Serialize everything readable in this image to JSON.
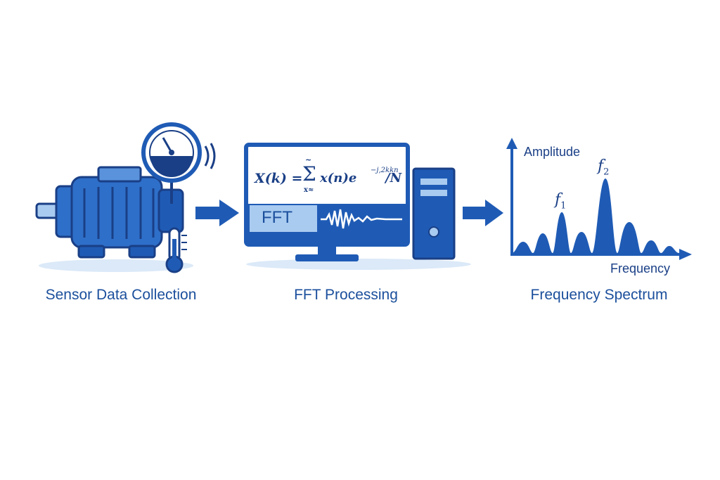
{
  "stages": [
    {
      "label": "Sensor Data Collection"
    },
    {
      "label": "FFT Processing"
    },
    {
      "label": "Frequency Spectrum"
    }
  ],
  "formula": {
    "lhs": "X(k) =",
    "sum_top": "~",
    "sum_bottom": "x≈",
    "rhs": "x(n)e",
    "exponent": "−j,2kkn",
    "divisor": "/N"
  },
  "fft_label": "FFT",
  "spectrum": {
    "y_axis_label": "Amplitude",
    "x_axis_label": "Frequency",
    "peak_1": {
      "symbol": "f",
      "index": "1"
    },
    "peak_2": {
      "symbol": "f",
      "index": "2"
    }
  },
  "colors": {
    "primary": "#1f5bb5",
    "dark": "#1a3f86",
    "light": "#a9cbf0",
    "pale": "#dbe9f8"
  }
}
